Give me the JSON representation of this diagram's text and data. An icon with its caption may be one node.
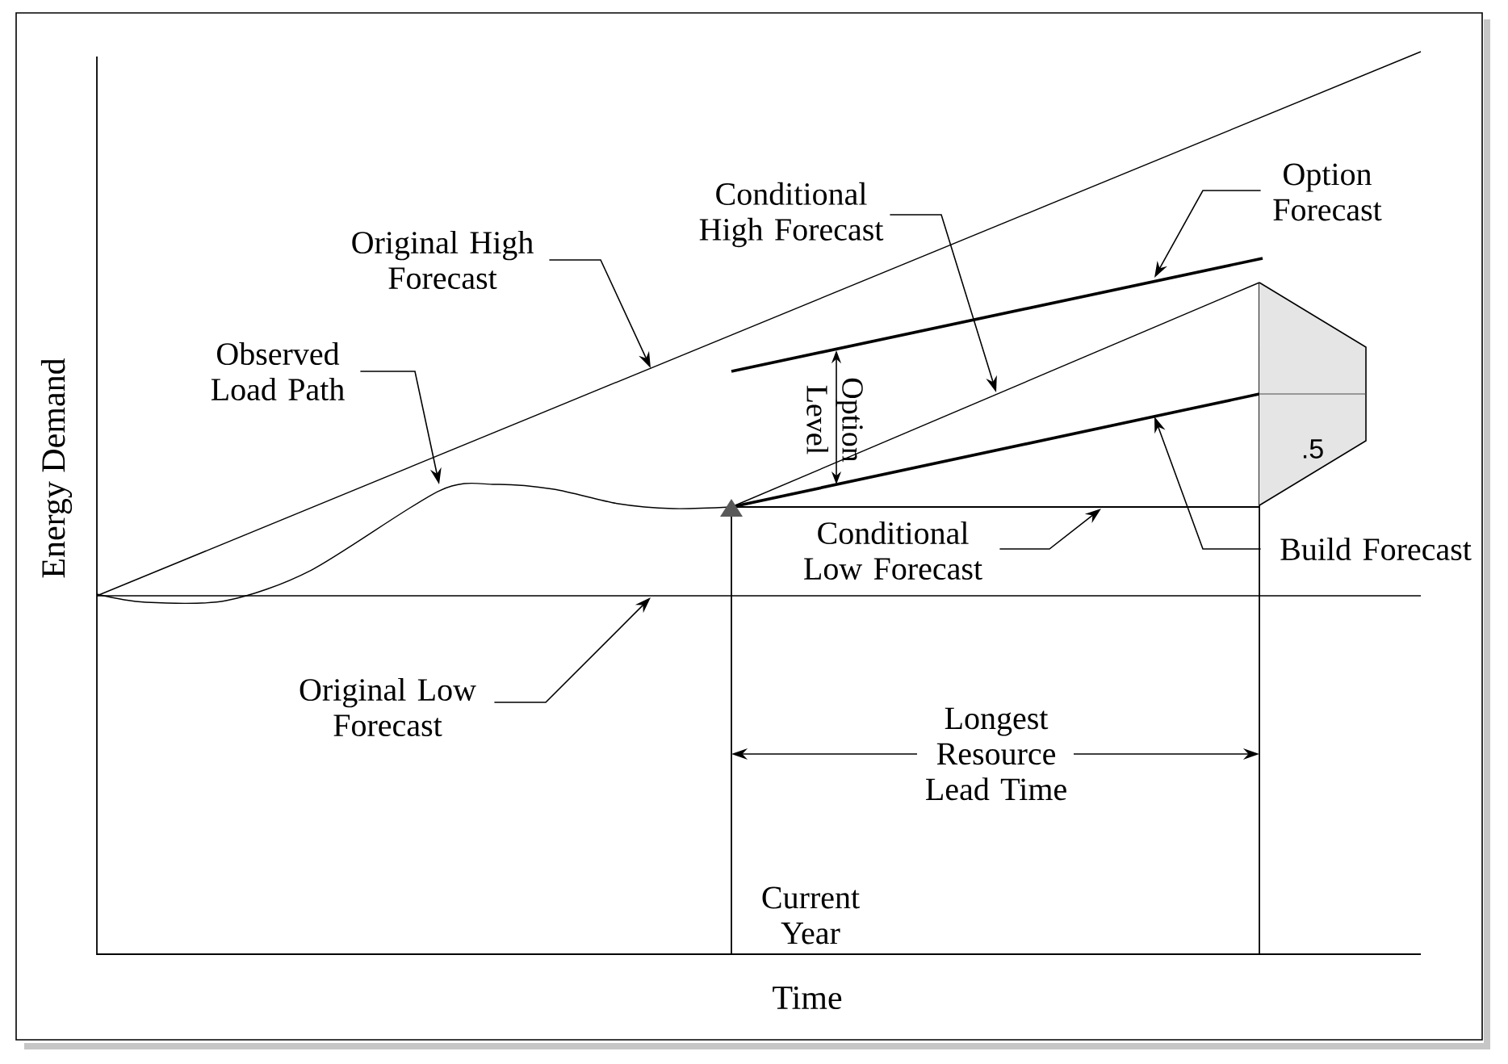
{
  "diagram": {
    "nodes": [
      {
        "text": [
          "Option Forecast"
        ]
      },
      {
        "text": [
          "Conditional High Forecast"
        ]
      },
      {
        "text": [
          "Original High Forecast"
        ]
      },
      {
        "text": [
          "Observed Load Path"
        ]
      },
      {
        "text": [
          ".5"
        ]
      },
      {
        "text": [
          "Conditional Low Forecast"
        ]
      },
      {
        "text": [
          "Build Forecast"
        ]
      },
      {
        "text": [
          "Original Low Forecast"
        ]
      }
    ],
    "edges": [
      {
        "from": 0,
        "to": null,
        "arrow": "to"
      },
      {
        "from": 1,
        "to": null,
        "arrow": "to"
      },
      {
        "from": 2,
        "to": null,
        "arrow": "to"
      },
      {
        "from": 3,
        "to": null,
        "arrow": "to"
      },
      {
        "from": 5,
        "to": null,
        "arrow": "to"
      },
      {
        "from": 6,
        "to": null,
        "arrow": "to"
      },
      {
        "from": 7,
        "to": null,
        "arrow": "to"
      }
    ],
    "labels": [
      "Energy Demand",
      "Option Level",
      "Longest Resource Lead Time",
      "Current Year",
      "Time"
    ]
  }
}
